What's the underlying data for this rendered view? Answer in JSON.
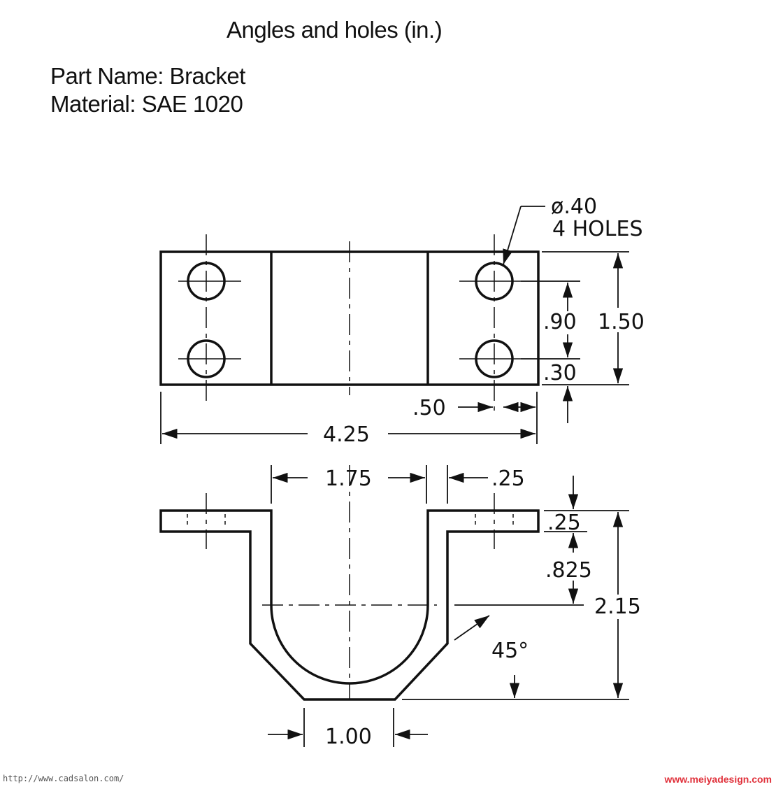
{
  "header": {
    "title": "Angles and holes (in.)",
    "part_name": "Part Name: Bracket",
    "material": "Material: SAE 1020"
  },
  "dimensions": {
    "hole_dia": "ø.40",
    "hole_count": "4  HOLES",
    "hole_spacing": ".90",
    "height": "1.50",
    "hole_edge": ".30",
    "hole_side": ".50",
    "length": "4.25",
    "inner_width": "1.75",
    "wall": ".25",
    "flange_thick": ".25",
    "flange_to_center": ".825",
    "total_height": "2.15",
    "angle": "45°",
    "bottom_width": "1.00"
  },
  "footer": {
    "source": "http://www.cadsalon.com/",
    "watermark": "www.meiyadesign.com"
  }
}
